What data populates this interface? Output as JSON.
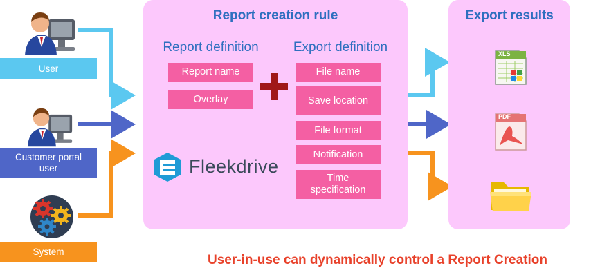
{
  "actors": [
    {
      "label": "User",
      "icon": "person-computer-icon",
      "color": "#5bc8f0"
    },
    {
      "label": "Customer portal user",
      "icon": "person-computer-icon",
      "color": "#4f66c8"
    },
    {
      "label": "System",
      "icon": "gears-icon",
      "color": "#f7931e"
    }
  ],
  "rule_panel": {
    "title": "Report creation rule",
    "report_definition": {
      "title": "Report definition",
      "items": [
        "Report name",
        "Overlay"
      ]
    },
    "export_definition": {
      "title": "Export definition",
      "items": [
        "File name",
        "Save location",
        "File format",
        "Notification",
        "Time specification"
      ]
    },
    "plus_icon": "plus-icon",
    "brand": {
      "name": "Fleekdrive",
      "icon": "fleekdrive-logo-icon"
    }
  },
  "results_panel": {
    "title": "Export results",
    "items": [
      {
        "icon": "xls-file-icon",
        "badge": "XLS"
      },
      {
        "icon": "pdf-file-icon",
        "badge": "PDF"
      },
      {
        "icon": "folder-icon"
      }
    ]
  },
  "tagline": "User-in-use can dynamically control a Report Creation",
  "colors": {
    "panel": "#fcc8fc",
    "pill": "#f45fa3",
    "title_blue": "#2e6fbf",
    "arrow_cyan": "#5bc8f0",
    "arrow_blue": "#4f66c8",
    "arrow_orange": "#f7931e",
    "plus": "#a01818",
    "tagline": "#e8412a"
  }
}
